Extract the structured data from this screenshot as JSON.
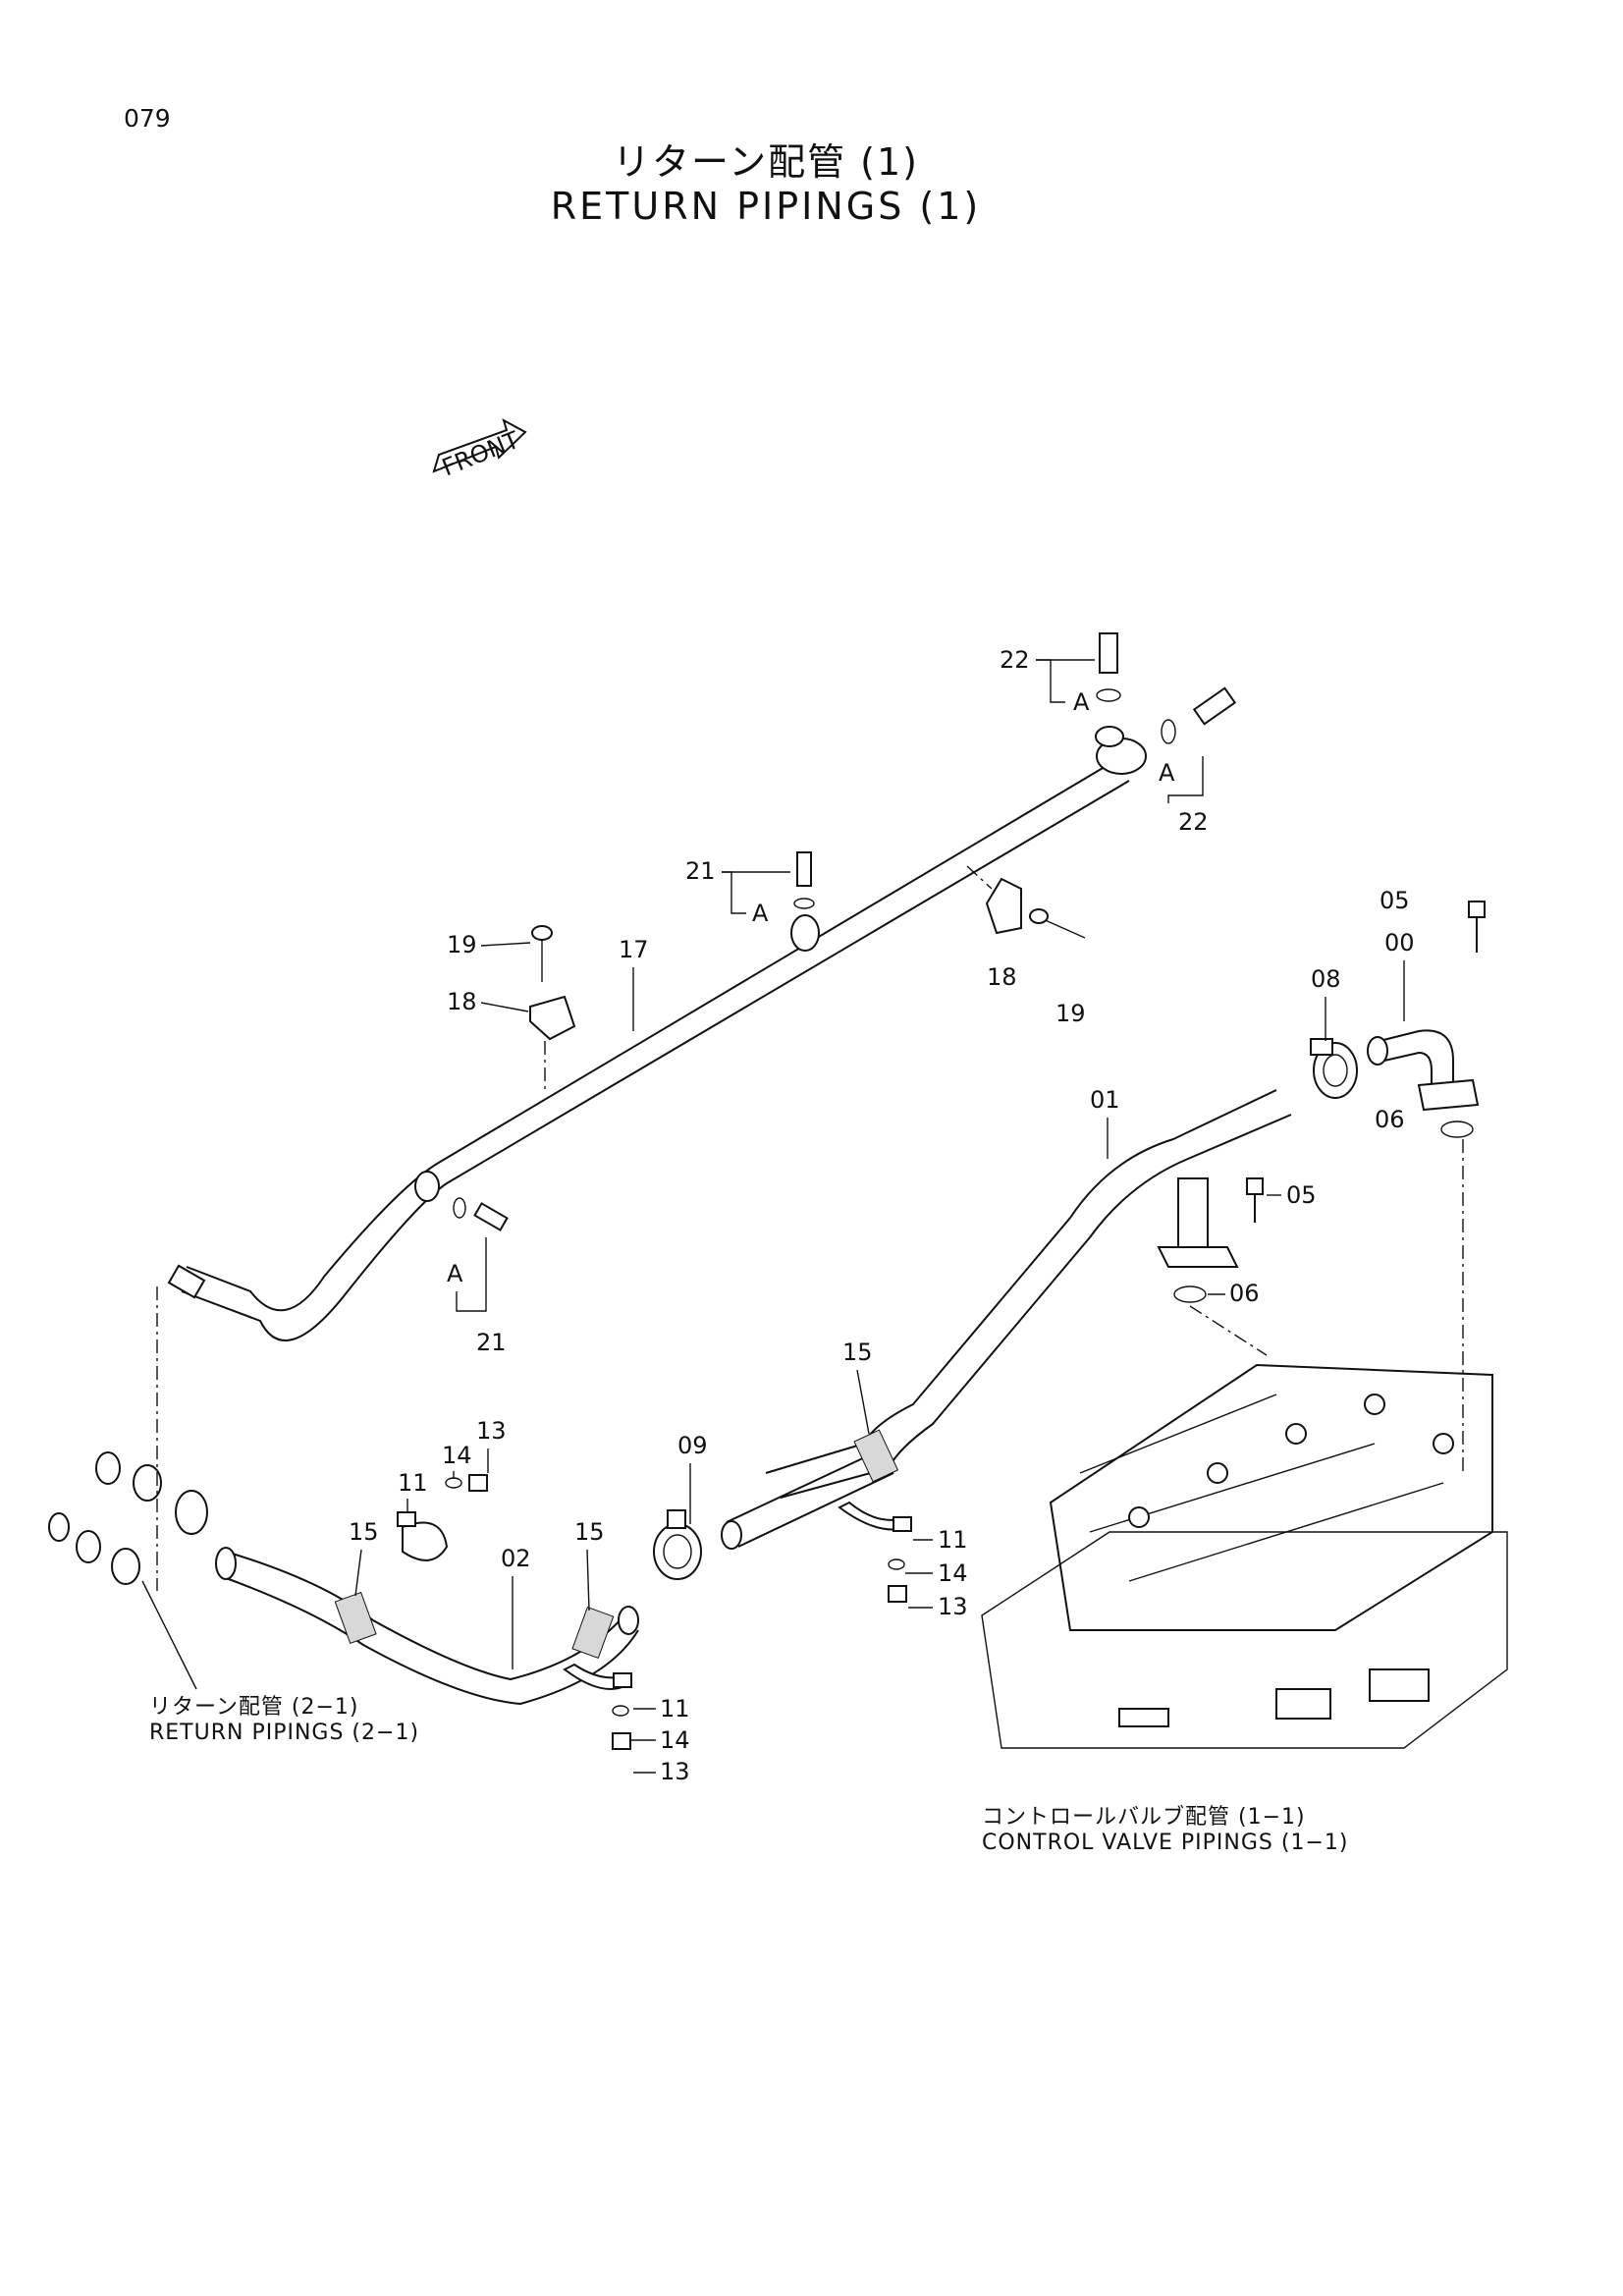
{
  "page_number": "079",
  "title_jp": "リターン配管 (1)",
  "title_en": "RETURN PIPINGS (1)",
  "front_label": "FRONT",
  "refs": {
    "return_2_1_jp": "リターン配管 (2−1)",
    "return_2_1_en": "RETURN PIPINGS (2−1)",
    "control_valve_jp": "コントロールバルブ配管 (1−1)",
    "control_valve_en": "CONTROL VALVE PIPINGS (1−1)"
  },
  "callouts": {
    "c00": "00",
    "c01": "01",
    "c02": "02",
    "c05a": "05",
    "c05b": "05",
    "c06a": "06",
    "c06b": "06",
    "c08": "08",
    "c09": "09",
    "c11a": "11",
    "c11b": "11",
    "c11c": "11",
    "c13a": "13",
    "c13b": "13",
    "c13c": "13",
    "c14a": "14",
    "c14b": "14",
    "c14c": "14",
    "c15a": "15",
    "c15b": "15",
    "c15c": "15",
    "c17": "17",
    "c18a": "18",
    "c18b": "18",
    "c19a": "19",
    "c19b": "19",
    "c21a": "21",
    "c21b": "21",
    "c22a": "22",
    "c22b": "22",
    "a1": "A",
    "a2": "A",
    "a3": "A",
    "a4": "A"
  }
}
